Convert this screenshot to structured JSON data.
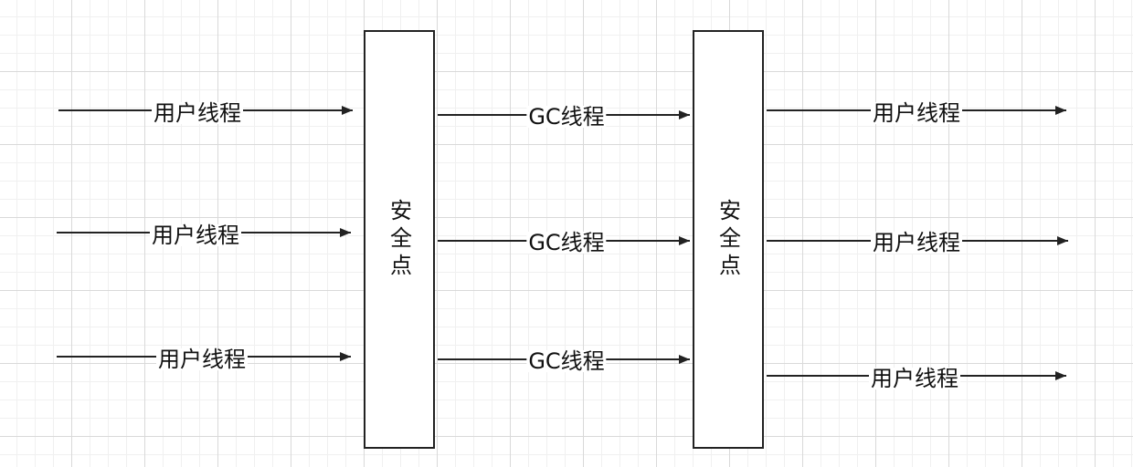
{
  "safepoint_label": "安全点",
  "user_thread_label": "用户线程",
  "gc_thread_label": "GC线程",
  "colors": {
    "stroke": "#222222",
    "text": "#111111",
    "grid": "#d9d9d9"
  }
}
